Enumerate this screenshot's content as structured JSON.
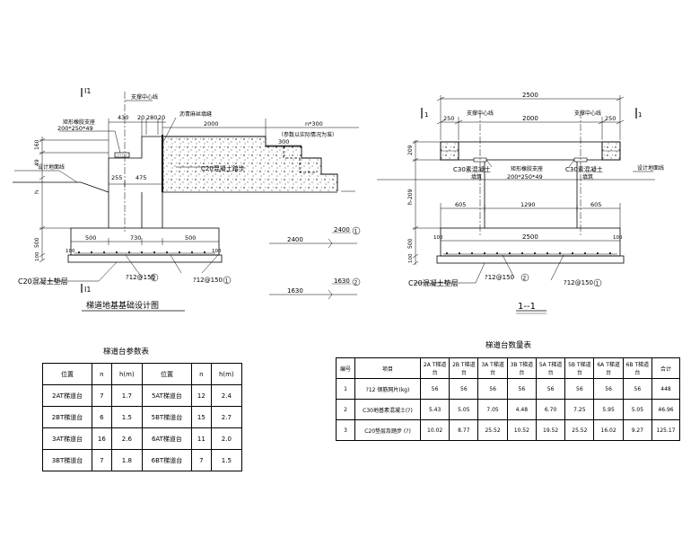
{
  "left_drawing": {
    "section_mark_top": "I1",
    "section_mark_bottom": "I1",
    "support_center_label": "支撑中心线",
    "bearing_label": "矩形橡胶支座",
    "bearing_size": "200*250*49",
    "asphalt_label": "沥青麻丝填缝",
    "dims_top": [
      "430",
      "20",
      "280",
      "20"
    ],
    "dim_2000": "2000",
    "dim_n300": "n*300",
    "param_note": "（参数以实际情况为准）",
    "dim_300": "300",
    "concrete_step_label": "C20混凝土踏步",
    "ground_label": "设计地面线",
    "dim_160": "160",
    "dim_49": "49",
    "dim_255": "255",
    "dim_475": "475",
    "dim_h": "h",
    "dim_500_v": "500",
    "dim_100_v": "100",
    "dims_base": [
      "500",
      "730",
      "500"
    ],
    "dim_100_left": "100",
    "dim_100_right": "100",
    "rebar_label_1": "?12@150",
    "rebar_label_2": "?12@150",
    "circle_2": "2",
    "circle_1": "1",
    "cushion_label": "C20混凝土垫层",
    "title": "梯道地基基础设计图"
  },
  "rebar_details": {
    "val_2400_a": "2400",
    "val_2400_b": "2400",
    "circle_a": "1",
    "val_1630_a": "1630",
    "val_1630_b": "1630",
    "circle_b": "2"
  },
  "right_drawing": {
    "dim_2500_top": "2500",
    "dim_250_left": "250",
    "dim_2000": "2000",
    "dim_250_right": "250",
    "support_center_left": "支撑中心线",
    "support_center_right": "支撑中心线",
    "c30_left": "C30素混凝土",
    "c30_left_b": "填筑",
    "bearing_label": "矩形橡胶支座",
    "bearing_size": "200*250*49",
    "c30_right": "C30素混凝土",
    "c30_right_b": "填筑",
    "ground_label": "设计地面线",
    "dim_209": "209",
    "dim_h209": "h-209",
    "dim_500_v": "500",
    "dim_100_v": "100",
    "dims_mid": [
      "605",
      "1290",
      "605"
    ],
    "dim_2500_base": "2500",
    "dim_100_left": "100",
    "dim_100_right": "100",
    "rebar_label_1": "?12@150",
    "rebar_label_2": "?12@150",
    "circle_2": "2",
    "circle_1": "1",
    "cushion_label": "C20混凝土垫层",
    "section_title": "1--1",
    "mark_top_left": "1",
    "mark_top_right": "1",
    "mark_l": "I",
    "mark_r": "I"
  },
  "param_table": {
    "title": "梯道台参数表",
    "headers": [
      "位置",
      "n",
      "h(m)",
      "位置",
      "n",
      "h(m)"
    ],
    "rows": [
      [
        "2AT梯道台",
        "7",
        "1.7",
        "5AT梯道台",
        "12",
        "2.4"
      ],
      [
        "2BT梯道台",
        "6",
        "1.5",
        "5BT梯道台",
        "15",
        "2.7"
      ],
      [
        "3AT梯道台",
        "16",
        "2.6",
        "6AT梯道台",
        "11",
        "2.0"
      ],
      [
        "3BT梯道台",
        "7",
        "1.8",
        "6BT梯道台",
        "7",
        "1.5"
      ]
    ]
  },
  "qty_table": {
    "title": "梯道台数量表",
    "headers": [
      "编号",
      "项目",
      "2A T梯道台",
      "2B T梯道台",
      "3A T梯道台",
      "3B T梯道台",
      "5A T梯道台",
      "5B T梯道台",
      "6A T梯道台",
      "6B T梯道台",
      "合计"
    ],
    "rows": [
      [
        "1",
        "?12 钢筋网片(kg)",
        "56",
        "56",
        "56",
        "56",
        "56",
        "56",
        "56",
        "56",
        "448"
      ],
      [
        "2",
        "C30地基素混凝土(?)",
        "5.43",
        "5.05",
        "7.05",
        "4.48",
        "6.70",
        "7.25",
        "5.95",
        "5.05",
        "46.96"
      ],
      [
        "3",
        "C20垫层及踏步 (?)",
        "10.02",
        "8.77",
        "25.52",
        "10.52",
        "19.52",
        "25.52",
        "16.02",
        "9.27",
        "125.17"
      ]
    ]
  }
}
